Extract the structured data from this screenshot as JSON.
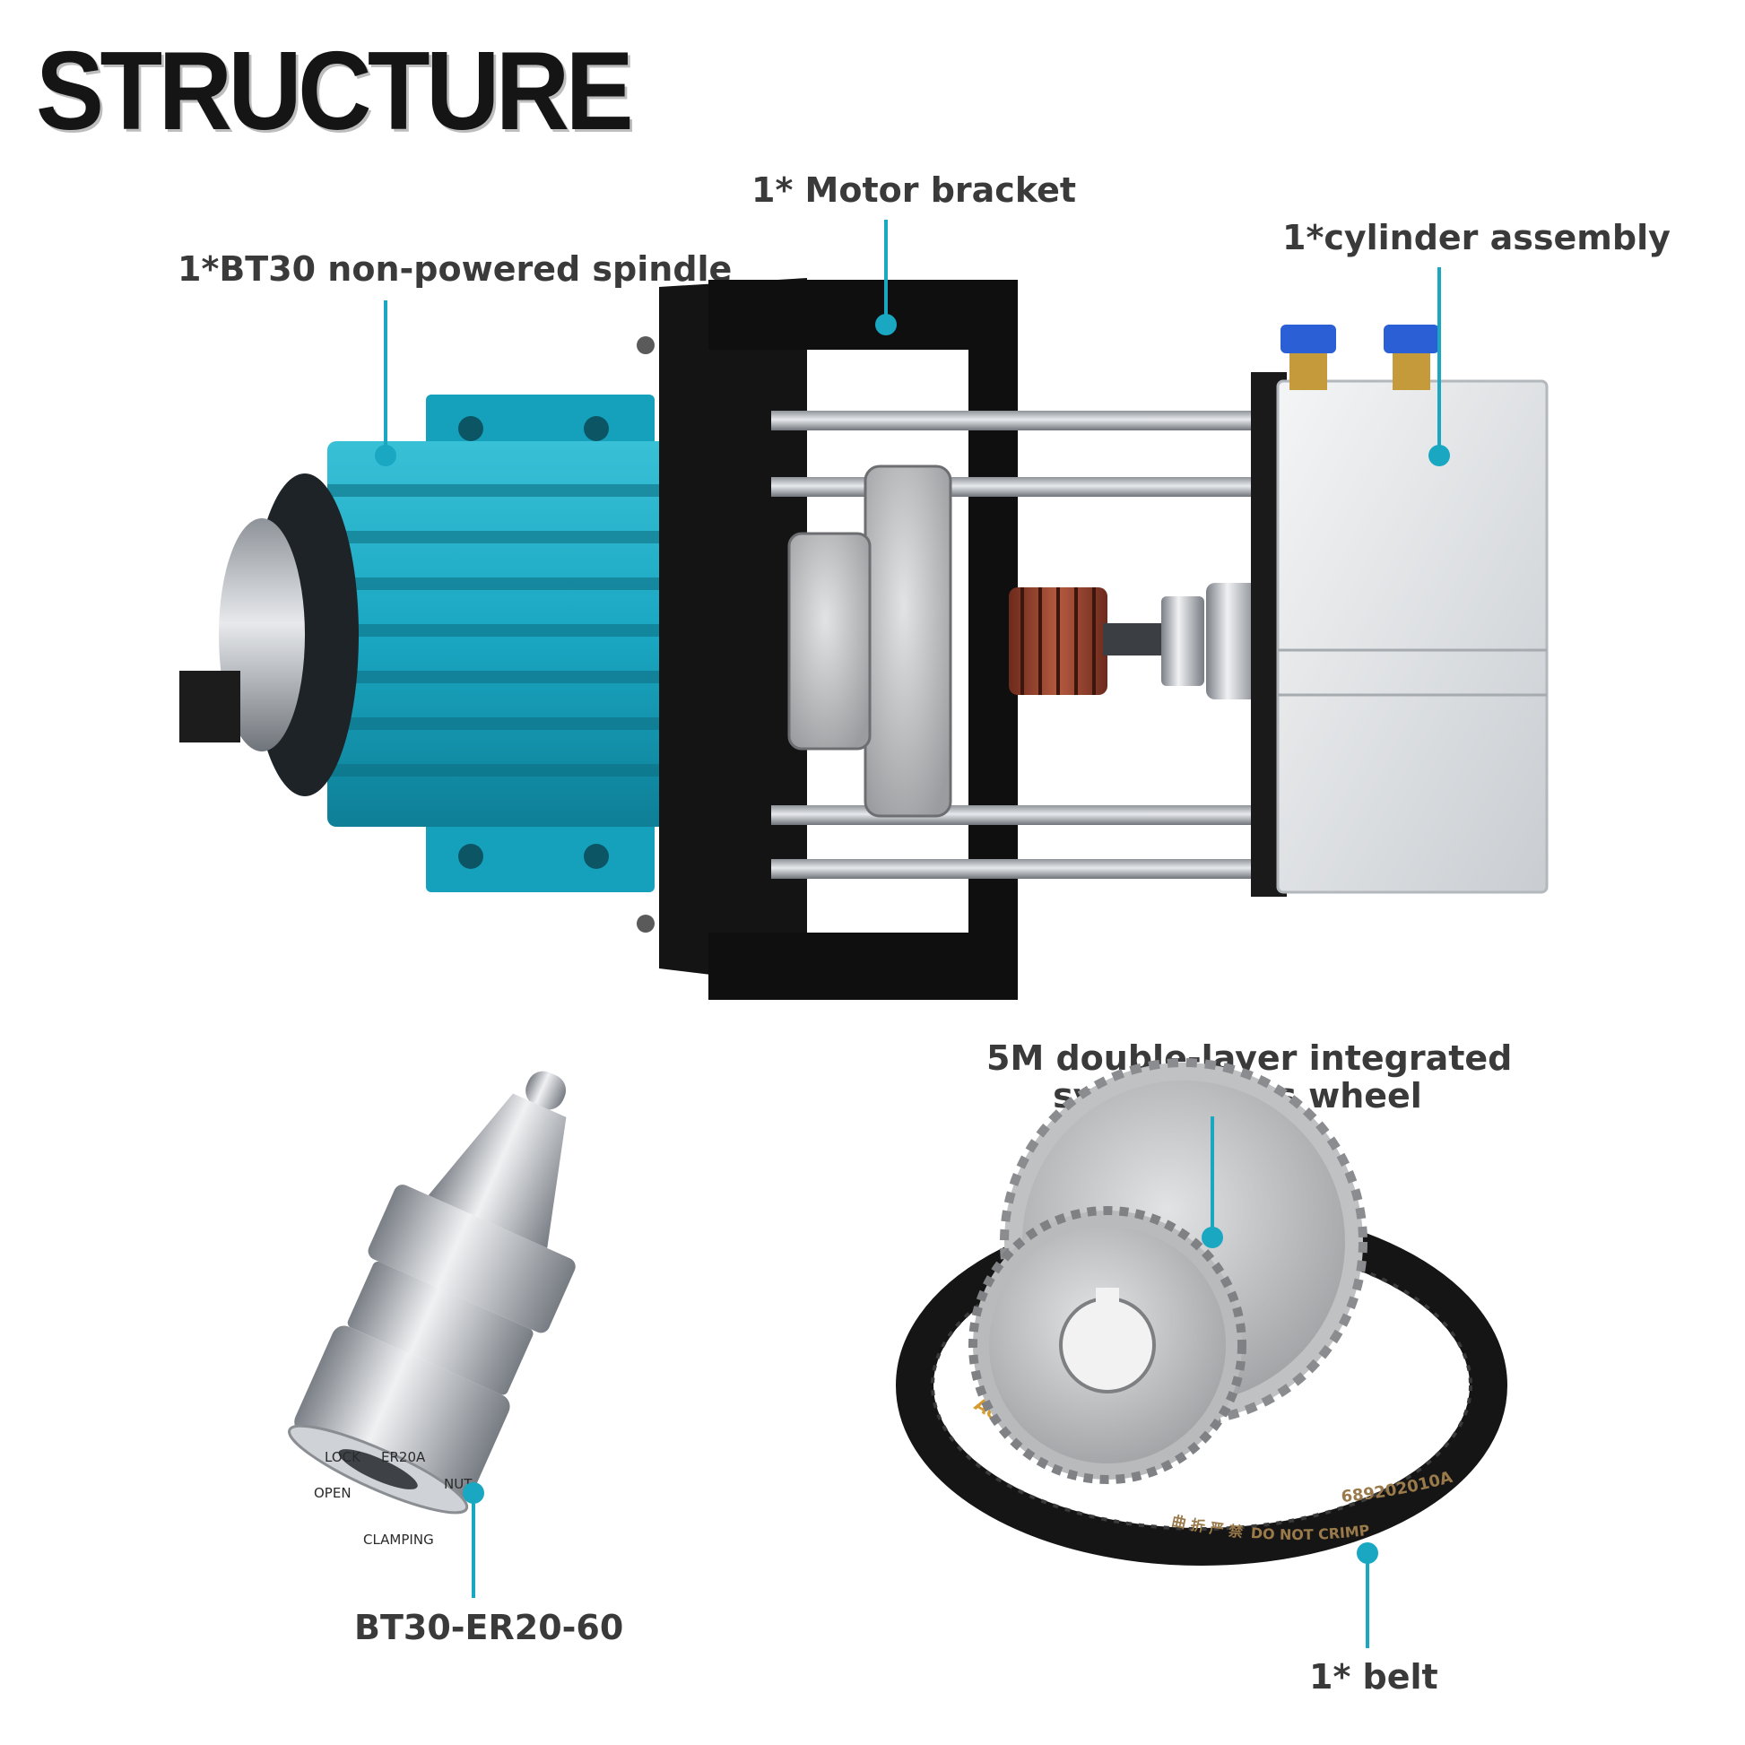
{
  "title": "STRUCTURE",
  "accent_color": "#1aa7c2",
  "labels": {
    "spindle": "1*BT30 non-powered spindle",
    "motor_bracket": "1* Motor bracket",
    "cylinder": "1*cylinder assembly",
    "wheel_line1": "5M double-layer integrated",
    "wheel_line2": "synchronous wheel",
    "tool_holder": "BT30-ER20-60",
    "belt": "1* belt"
  },
  "product_markings": {
    "collet_nut": [
      "ER20A",
      "NUT",
      "CLAMPING",
      "OPEN",
      "LOCK"
    ],
    "belt_brand": "AoBRAND®",
    "belt_warning_cn": "曲 折 严 禁",
    "belt_warning_en": "DO NOT CRIMP",
    "belt_code": "689202010A"
  }
}
